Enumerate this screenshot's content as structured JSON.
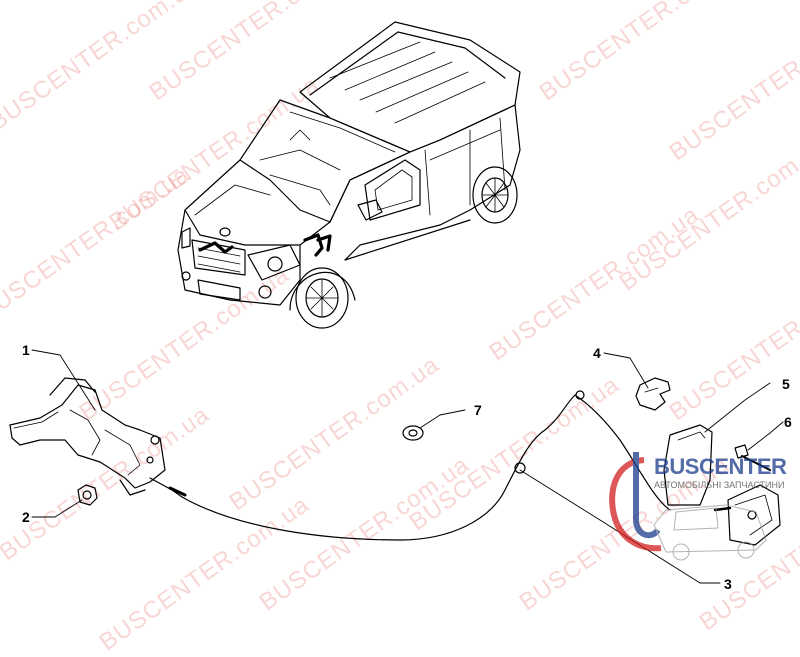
{
  "watermark": {
    "text": "BUSCENTER.com.ua"
  },
  "callouts": [
    {
      "id": "1",
      "label": "1"
    },
    {
      "id": "2",
      "label": "2"
    },
    {
      "id": "3",
      "label": "3"
    },
    {
      "id": "4",
      "label": "4"
    },
    {
      "id": "5",
      "label": "5"
    },
    {
      "id": "6",
      "label": "6"
    },
    {
      "id": "7",
      "label": "7"
    }
  ],
  "logo": {
    "title": "BUSCENTER",
    "subtitle": "АВТОМОБІЛЬНІ ЗАПЧАСТИНИ"
  },
  "colors": {
    "line": "#000000",
    "watermark": "#dc463c",
    "logo_blue": "#1a3a8a",
    "logo_red": "#d21f1f"
  }
}
